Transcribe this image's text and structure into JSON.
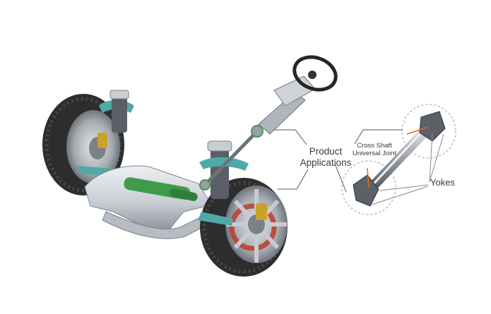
{
  "labels": {
    "product_line1": "Product",
    "product_line2": "Applications",
    "cross_line1": "Cross Shaft",
    "cross_line2": "Universal Joint",
    "yokes": "Yokes"
  },
  "colors": {
    "tire": "#2d2d2d",
    "rim": "#a7acb2",
    "frame": "#c7ccd2",
    "frame_dark": "#8f969e",
    "teal": "#4fa9a7",
    "green": "#3f9b4c",
    "brake_red": "#c0392b",
    "caliper": "#c9a227",
    "callout": "#555555",
    "orange": "#e06a1c",
    "dashed": "#999999"
  }
}
